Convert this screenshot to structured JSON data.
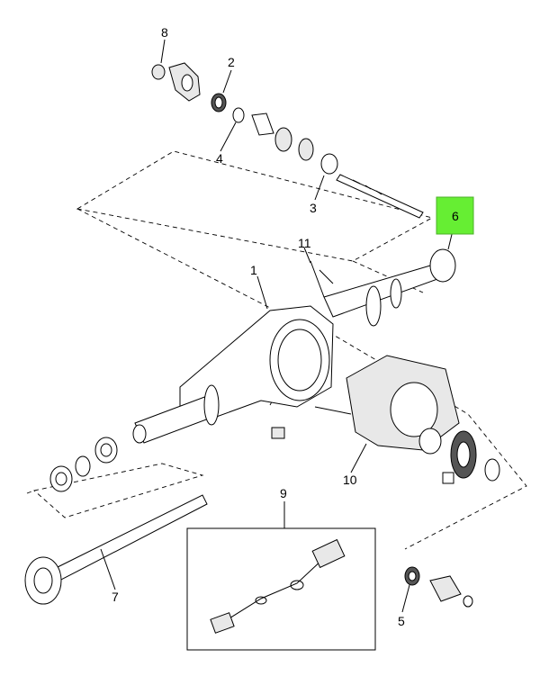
{
  "diagram": {
    "highlight_color": "#66ee33",
    "callouts": [
      {
        "id": "1",
        "label": "1"
      },
      {
        "id": "2",
        "label": "2"
      },
      {
        "id": "3",
        "label": "3"
      },
      {
        "id": "4",
        "label": "4"
      },
      {
        "id": "5",
        "label": "5"
      },
      {
        "id": "6",
        "label": "6",
        "highlighted": true
      },
      {
        "id": "7",
        "label": "7"
      },
      {
        "id": "8",
        "label": "8"
      },
      {
        "id": "9",
        "label": "9"
      },
      {
        "id": "10",
        "label": "10"
      },
      {
        "id": "11",
        "label": "11"
      }
    ]
  }
}
